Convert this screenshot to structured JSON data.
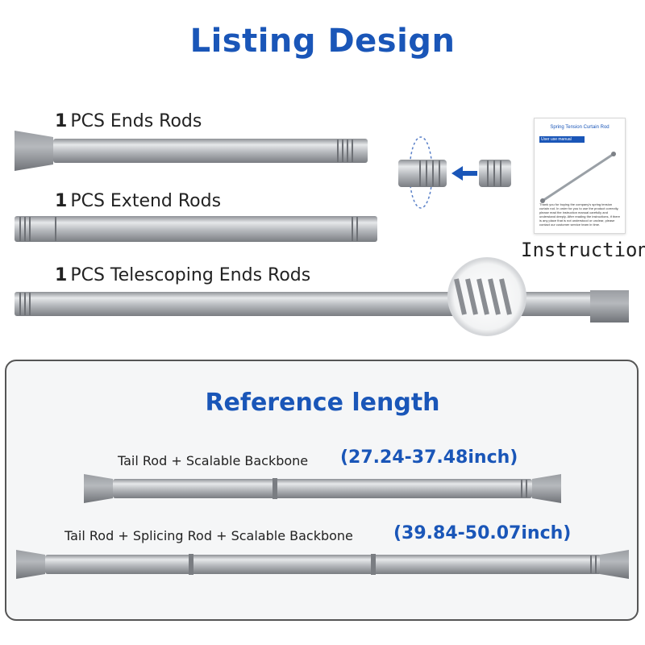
{
  "title": "Listing Design",
  "rods": [
    {
      "count": "1",
      "label": "PCS Ends Rods"
    },
    {
      "count": "1",
      "label": "PCS Extend Rods"
    },
    {
      "count": "1",
      "label": "PCS Telescoping Ends Rods"
    }
  ],
  "manual": {
    "title": "Spring Tension Curtain Rod",
    "subtitle": "User use manual",
    "text": "Thank you for buying the company's spring tension curtain rod. In order for you to use the product correctly, please read the instruction manual carefully and understand deeply. After reading the instructions, if there is any place that is not understood or unclear, please contact our customer service team in time."
  },
  "instruction_label": "Instruction",
  "reference": {
    "title": "Reference length",
    "items": [
      {
        "label": "Tail Rod + Scalable Backbone",
        "range": "(27.24-37.48inch)"
      },
      {
        "label": "Tail Rod + Splicing Rod + Scalable Backbone",
        "range": "(39.84-50.07inch)"
      }
    ]
  },
  "colors": {
    "accent": "#1a56b8",
    "rod": "#b9bcc0",
    "cap": "#8e9196"
  }
}
